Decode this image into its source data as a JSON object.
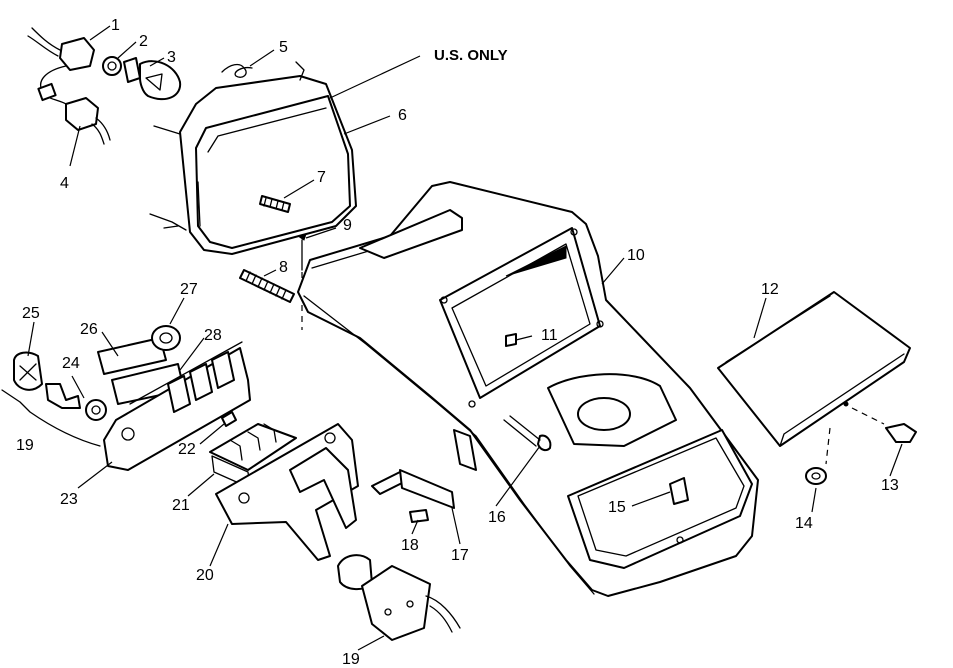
{
  "note": "U.S. ONLY",
  "callouts": [
    "1",
    "2",
    "3",
    "4",
    "5",
    "6",
    "7",
    "8",
    "9",
    "10",
    "11",
    "12",
    "13",
    "14",
    "15",
    "16",
    "17",
    "18",
    "19",
    "19",
    "20",
    "21",
    "22",
    "23",
    "24",
    "25",
    "26",
    "27",
    "28"
  ]
}
